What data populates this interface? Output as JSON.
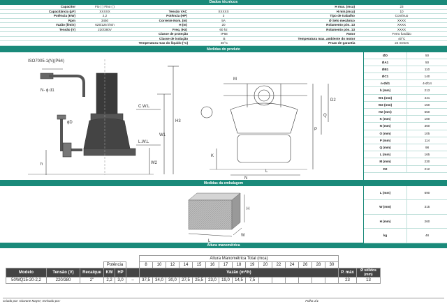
{
  "header": {
    "title": "Dados técnicos"
  },
  "specs": {
    "row1": {
      "l": "Capacitor",
      "v": "Fio (    )          Fino (    )",
      "l2": "",
      "v2": "",
      "l3": "H max. (mca)",
      "v3": "23"
    },
    "row2": {
      "l": "Capacitância (µF)",
      "v": "XXXXX",
      "l2": "Tensão VAC",
      "v2": "XXXXX",
      "l3": "H min.(mca)",
      "v3": "10"
    },
    "row3": {
      "l": "Potência (KW)",
      "v": "2,2",
      "l2": "Potência (HP)",
      "v2": "3",
      "l3": "Tipo de trabalho",
      "v3": "Contínuo"
    },
    "row4": {
      "l": "Rpm",
      "v": "3450",
      "l2": "Corrente Nom. (m)",
      "v2": "5A",
      "l3": "Ø Selo mecânico",
      "v3": "XXXX"
    },
    "row5": {
      "l": "Vazão (l/min)",
      "v": "625/125 l/min",
      "l2": "H (m)",
      "v2": "20",
      "l3": "Rolamento pós. 13",
      "v3": "XXXX"
    },
    "row6": {
      "l": "Tensão (V)",
      "v": "220/380V",
      "l2": "Freq. (Hz)",
      "v2": "60 hz",
      "l3": "Rolamento pós. 13",
      "v3": "XXXX"
    },
    "row7": {
      "l": "Classe de proteção",
      "v": "IP68",
      "l3": "Rotor",
      "v3": "Ferro fundido"
    },
    "row8": {
      "l": "Classe de isolação",
      "v": "B",
      "l3": "Temperatura max. ambiente do motor",
      "v3": "40°C"
    },
    "row9": {
      "l": "Temperatura max do liquido (°C)",
      "v": "40°C",
      "l3": "Prazo de garantia",
      "v3": "24 meses"
    }
  },
  "section_measures": "Medidas do produto",
  "section_pack": "Medidas da embalagem",
  "section_curve": "Altura manométrica",
  "dims": [
    {
      "k": "ØD",
      "v": "50"
    },
    {
      "k": "ØA1",
      "v": "50"
    },
    {
      "k": "ØB1",
      "v": "110"
    },
    {
      "k": "ØC1",
      "v": "140"
    },
    {
      "k": "n-Ød1",
      "v": "4-Ø14"
    },
    {
      "k": "h (mm)",
      "v": "213"
    },
    {
      "k": "W1 (mm)",
      "v": "441"
    },
    {
      "k": "W2 (mm)",
      "v": "150"
    },
    {
      "k": "H2 (mm)",
      "v": "550"
    },
    {
      "k": "K (mm)",
      "v": "100"
    },
    {
      "k": "N (mm)",
      "v": "360"
    },
    {
      "k": "O (mm)",
      "v": "105"
    },
    {
      "k": "P (mm)",
      "v": "114"
    },
    {
      "k": "Q (mm)",
      "v": "98"
    },
    {
      "k": "L (mm)",
      "v": "165"
    },
    {
      "k": "M (mm)",
      "v": "230"
    },
    {
      "k": "D2",
      "v": "212"
    }
  ],
  "pack": [
    {
      "k": "L (mm)",
      "v": "690"
    },
    {
      "k": "W (mm)",
      "v": "315"
    },
    {
      "k": "H (mm)",
      "v": "260"
    },
    {
      "k": "kg",
      "v": "48"
    }
  ],
  "drawing_labels": {
    "iso": "ISO7005-1(N)(P64)",
    "nd": "N- ϕ d1",
    "cwl": "C.W.L",
    "lwl": "L.W.L",
    "od": "ϕD",
    "h": "h",
    "w1": "W1",
    "h3": "H3",
    "w2": "W2",
    "m": "M",
    "l": "L",
    "n": "N",
    "k": "K",
    "q": "Q",
    "p": "P",
    "d2": "D2",
    "pk_l": "L",
    "pk_w": "W",
    "pk_h": "H"
  },
  "curve": {
    "title": "Altura Manométrica Total (mca)",
    "heads": [
      "8",
      "10",
      "12",
      "14",
      "15",
      "16",
      "17",
      "18",
      "19",
      "20",
      "22",
      "24",
      "26",
      "28",
      "30"
    ],
    "col_modelo": "Modelo",
    "col_tensao": "Tensão (V)",
    "col_recalque": "Recalque",
    "col_potencia": "Potência",
    "col_kw": "KW",
    "col_hp": "HP",
    "col_vazao": "Vazão (m³/h)",
    "col_pmax": "P. máx",
    "col_solidos": "Ø sólidos (mm)",
    "row": {
      "modelo": "50WQ15-20-2,2",
      "tensao": "220/380",
      "recalque": "2\"",
      "kw": "2,2",
      "hp": "3,0",
      "dash": "–",
      "values": [
        "37,5",
        "34,0",
        "30,0",
        "27,5",
        "25,5",
        "23,0",
        "19,0",
        "14,5",
        "7,5",
        "",
        "",
        "",
        "",
        "",
        ""
      ],
      "pmax": "23",
      "solidos": "13"
    }
  },
  "footer": {
    "left": "Criado por: Giovane Mayer; revisado por:",
    "right": "Folha 1/1"
  }
}
